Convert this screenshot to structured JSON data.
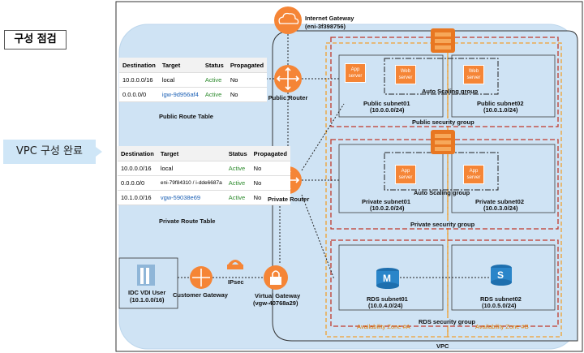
{
  "title": "구성 점검",
  "callout": "VPC 구성 완료",
  "vpc_label": "VPC",
  "internet_gateway": {
    "name": "Internet Gateway",
    "id": "(eni-3f398756)"
  },
  "public_router": "Public Router",
  "private_router": "Private Router",
  "public_route_table": {
    "caption": "Public Route Table",
    "headers": [
      "Destination",
      "Target",
      "Status",
      "Propagated"
    ],
    "rows": [
      [
        "10.0.0.0/16",
        "local",
        "Active",
        "No"
      ],
      [
        "0.0.0.0/0",
        "igw-9d956af4",
        "Active",
        "No"
      ]
    ]
  },
  "private_route_table": {
    "caption": "Private Route Table",
    "headers": [
      "Destination",
      "Target",
      "Status",
      "Propagated"
    ],
    "rows": [
      [
        "10.0.0.0/16",
        "local",
        "Active",
        "No"
      ],
      [
        "0.0.0.0/0",
        "eni-79f84310 / i-dde6687a",
        "Active",
        "No"
      ],
      [
        "10.1.0.0/16",
        "vgw-59038e69",
        "Active",
        "No"
      ]
    ]
  },
  "public_subnets": [
    {
      "name": "Public subnet01",
      "cidr": "(10.0.0.0/24)"
    },
    {
      "name": "Public subnet02",
      "cidr": "(10.0.1.0/24)"
    }
  ],
  "private_subnets": [
    {
      "name": "Private subnet01",
      "cidr": "(10.0.2.0/24)"
    },
    {
      "name": "Private subnet02",
      "cidr": "(10.0.3.0/24)"
    }
  ],
  "rds_subnets": [
    {
      "name": "RDS subnet01",
      "cidr": "(10.0.4.0/24)"
    },
    {
      "name": "RDS subnet02",
      "cidr": "(10.0.5.0/24)"
    }
  ],
  "public_security_group": "Public security group",
  "private_security_group": "Private security group",
  "rds_security_group": "RDS security group",
  "auto_scaling_group": "Auto Scaling group",
  "availability_zones": [
    "Availability Zone #A",
    "Availability Zone #B"
  ],
  "app_server": "App server",
  "web_server": "Web server",
  "idc_vdi_user": {
    "name": "IDC VDI User",
    "cidr": "(10.1.0.0/16)"
  },
  "customer_gateway": "Customer Gateway",
  "ipsec": "IPsec",
  "virtual_gateway": {
    "name": "Virtual Gateway",
    "id": "(vgw-40768a29)"
  },
  "rds_letters": {
    "master": "M",
    "standby": "S"
  },
  "colors": {
    "vpc_fill": "#cfe3f4",
    "orange": "#f58536",
    "security_group": "#c0392b",
    "zone": "#f0a030",
    "link": "#1a5fb4"
  }
}
